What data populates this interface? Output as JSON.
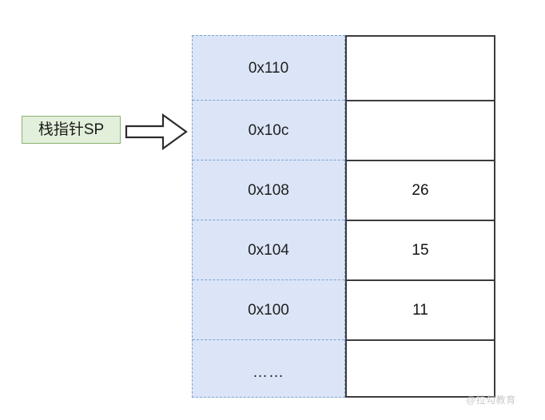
{
  "figure": {
    "title": "stack-memory-layout",
    "pointer_label": {
      "text": "栈指针SP",
      "fill": "#e2efda",
      "border": "#8cb070"
    },
    "arrow": {
      "name": "right-block-arrow",
      "direction": "right",
      "fill": "#ffffff",
      "stroke": "#2b2b2b"
    },
    "columns": {
      "address_header": "",
      "value_header": "",
      "address_fill": "#dbe5f7",
      "address_border": "#7ba0d8",
      "value_fill": "#ffffff",
      "value_border": "#3c3c3c"
    },
    "rows": [
      {
        "address": "0x110",
        "value": ""
      },
      {
        "address": "0x10c",
        "value": ""
      },
      {
        "address": "0x108",
        "value": "26"
      },
      {
        "address": "0x104",
        "value": "15"
      },
      {
        "address": "0x100",
        "value": "11"
      },
      {
        "address": "……",
        "value": ""
      }
    ]
  },
  "watermark": {
    "text": "@拉勾教育"
  }
}
